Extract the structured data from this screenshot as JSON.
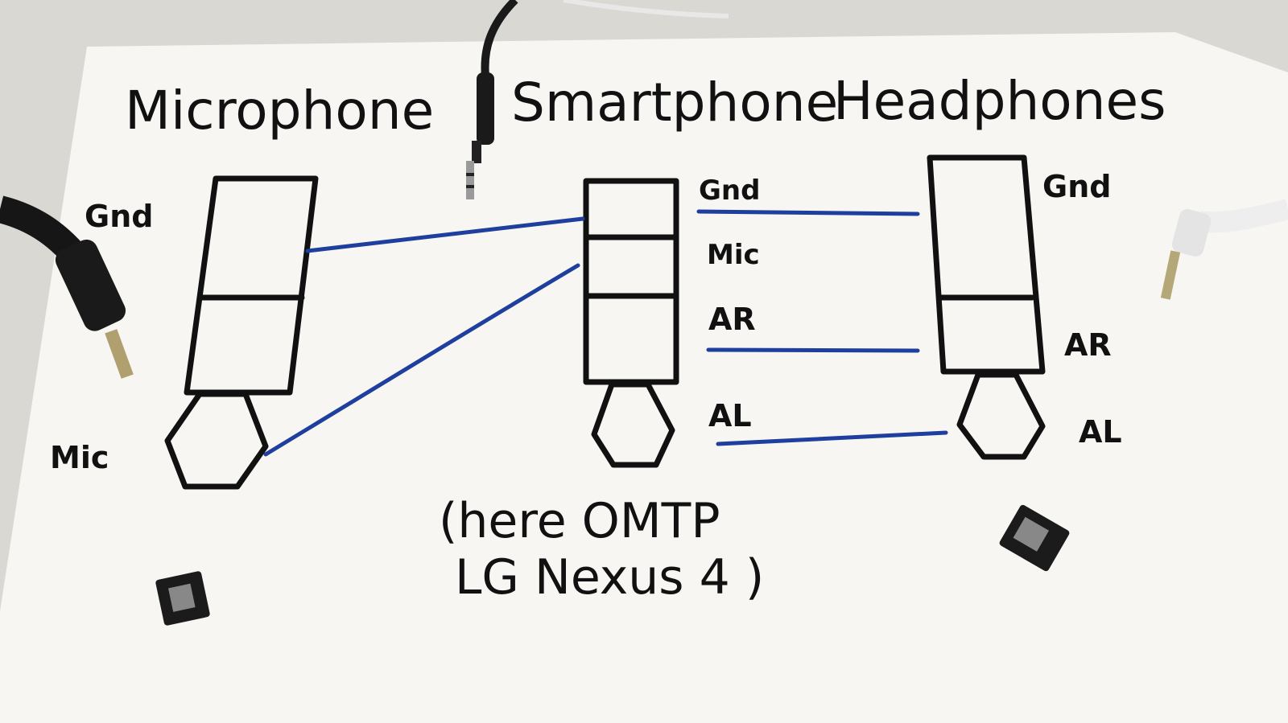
{
  "headings": {
    "microphone": "Microphone",
    "smartphone": "Smartphone",
    "headphones": "Headphones"
  },
  "labels": {
    "mic_gnd": "Gnd",
    "mic_mic": "Mic",
    "phone_gnd": "Gnd",
    "phone_mic": "Mic",
    "phone_ar": "AR",
    "phone_al": "AL",
    "hp_gnd": "Gnd",
    "hp_ar": "AR",
    "hp_al": "AL"
  },
  "note": {
    "line1": "(here OMTP",
    "line2": "LG Nexus 4 )"
  },
  "colors": {
    "wire": "#1f3f9e",
    "ink": "#111111",
    "paper": "#f7f6f2",
    "table": "#d9d8d3"
  }
}
